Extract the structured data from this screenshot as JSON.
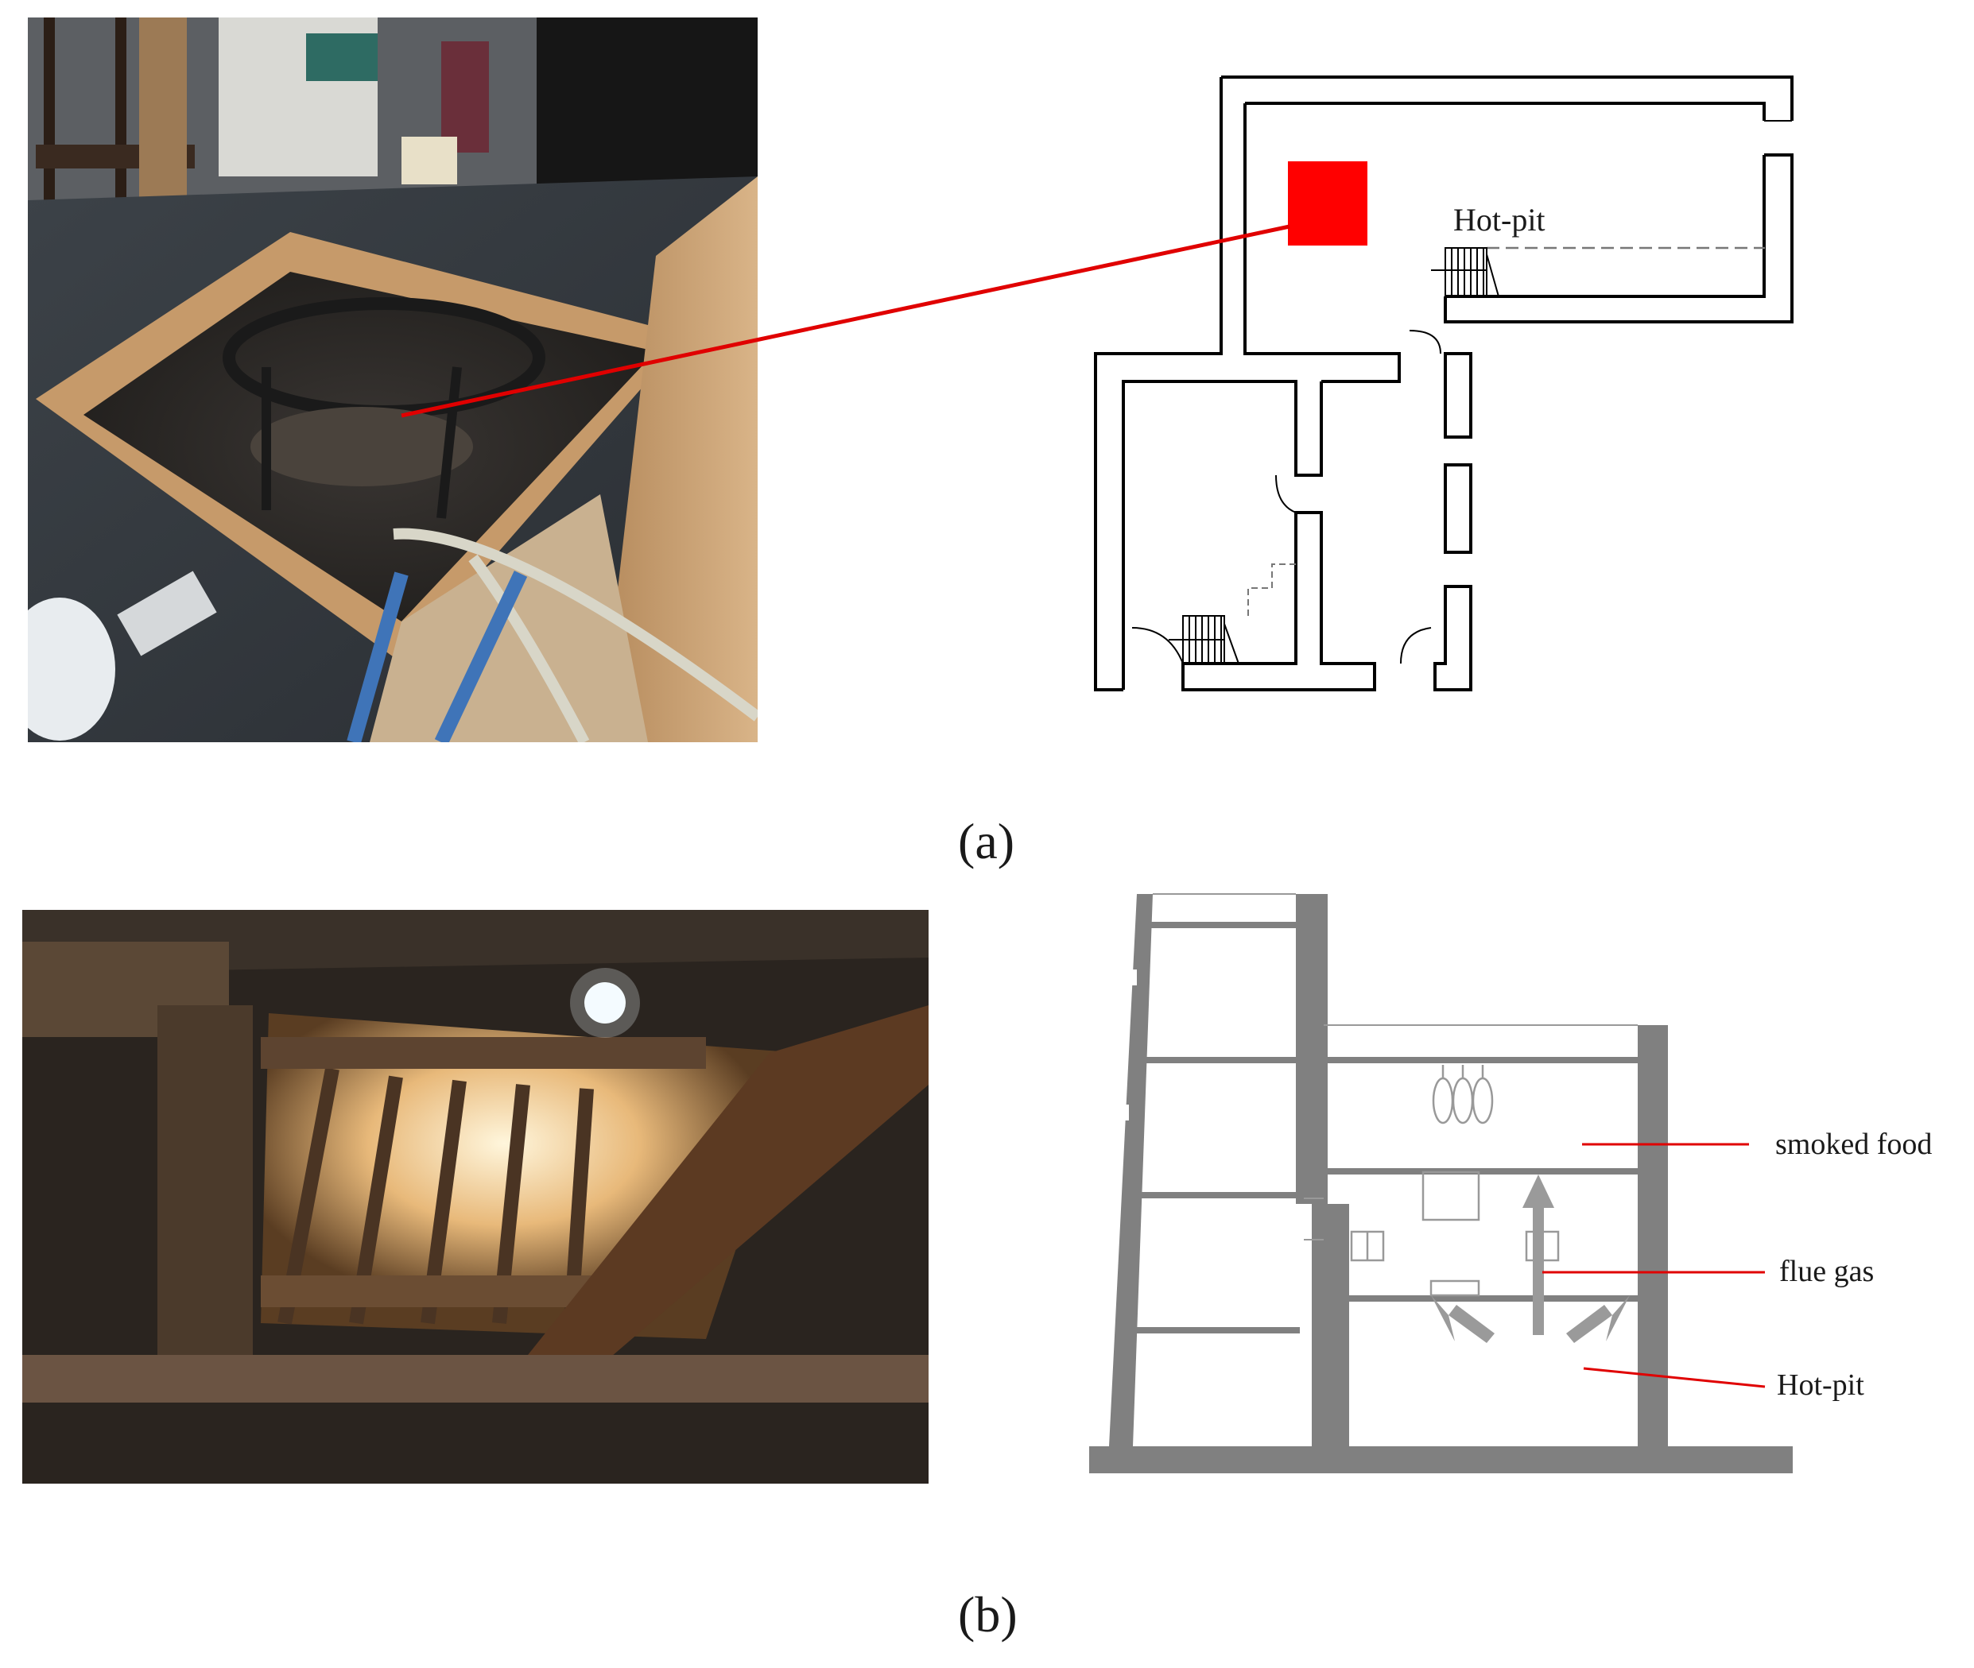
{
  "panel_a": {
    "caption": "(a)",
    "photo": {
      "description_icon": "hot-pit-photo"
    },
    "plan": {
      "hot_pit_label": "Hot-pit",
      "marker_color": "#ff0000"
    }
  },
  "panel_b": {
    "caption": "(b)",
    "photo": {
      "description_icon": "smoke-loft-photo"
    },
    "section": {
      "label_smoked_food": "smoked food",
      "label_flue_gas": "flue gas",
      "label_hot_pit": "Hot-pit",
      "leader_color": "#e00000",
      "wall_color": "#808080"
    }
  }
}
